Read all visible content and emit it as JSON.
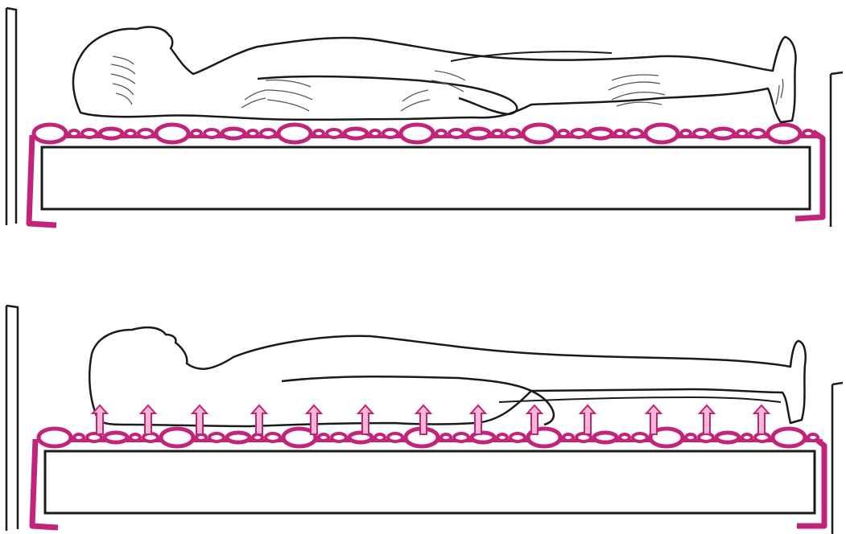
{
  "colors": {
    "outline": "#1a1a1a",
    "accent": "#c2247a",
    "accent_fill": "#ffffff",
    "arrow_fill": "#f4b8d6",
    "background": "#ffffff"
  },
  "panels": [
    {
      "id": "top",
      "description_icon": "person-on-static-mattress"
    },
    {
      "id": "bottom",
      "description_icon": "person-on-air-mattress-with-lift-arrows"
    }
  ]
}
